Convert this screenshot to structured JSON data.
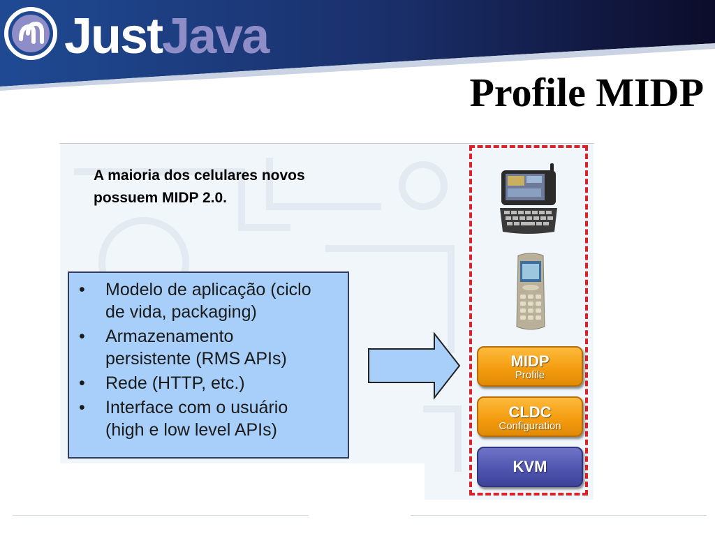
{
  "header": {
    "brand_part1": "Just",
    "brand_part2": "Java",
    "logo_icon": "justjava-logo-icon",
    "banner_color": "#17306e",
    "accent_color": "#8f8dc8"
  },
  "page_title": "Profile MIDP",
  "intro": {
    "line1": "A maioria dos celulares novos",
    "line2": "possuem MIDP 2.0."
  },
  "features": {
    "items": [
      {
        "bullet": "•",
        "line1": "Modelo de aplicação (ciclo",
        "line2": "de vida, packaging)"
      },
      {
        "bullet": "•",
        "line1": "Armazenamento",
        "line2": "persistente (RMS APIs)"
      },
      {
        "bullet": "•",
        "line1": "Rede (HTTP, etc.)",
        "line2": ""
      },
      {
        "bullet": "•",
        "line1": "Interface com o usuário",
        "line2": "(high e low level APIs)"
      }
    ]
  },
  "stack": {
    "devices": [
      "qwerty-phone-icon",
      "nokia-phone-icon"
    ],
    "layers": [
      {
        "name": "MIDP",
        "sub": "Profile",
        "color": "#f5a316"
      },
      {
        "name": "CLDC",
        "sub": "Configuration",
        "color": "#f5a316"
      },
      {
        "name": "KVM",
        "sub": "",
        "color": "#4d52ad"
      }
    ],
    "border_color": "#d8232a"
  }
}
